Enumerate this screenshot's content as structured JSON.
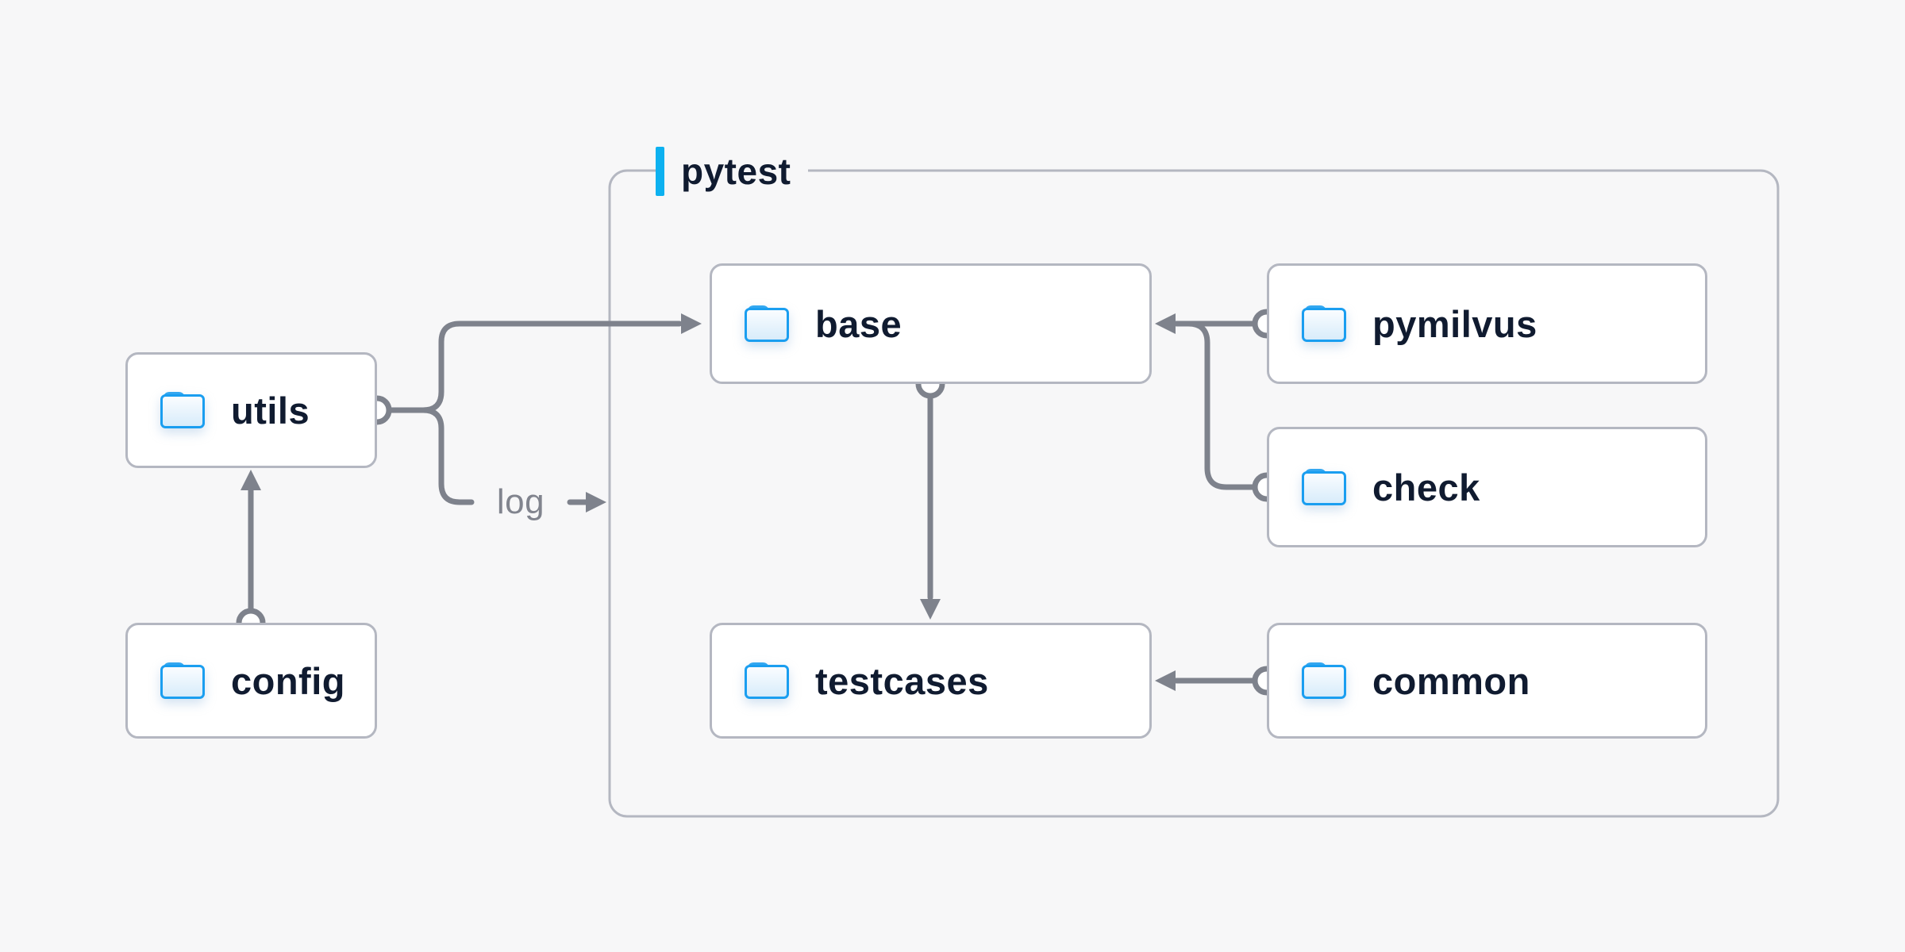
{
  "theme": {
    "bg": "#f7f7f8",
    "node_bg": "#ffffff",
    "node_border": "#b4b7c1",
    "line": "#7e828c",
    "ink": "#101b30",
    "muted": "#81848e",
    "accent": "#0db1f0",
    "folder_border": "#1a9ef0",
    "folder_tab": "#33a7f0",
    "folder_fill_top": "#fbfdff",
    "folder_fill_bottom": "#d6ebfa"
  },
  "container": {
    "label": "pytest"
  },
  "nodes": {
    "utils": {
      "label": "utils",
      "icon": "folder-icon"
    },
    "config": {
      "label": "config",
      "icon": "folder-icon"
    },
    "base": {
      "label": "base",
      "icon": "folder-icon"
    },
    "pymilvus": {
      "label": "pymilvus",
      "icon": "folder-icon"
    },
    "check": {
      "label": "check",
      "icon": "folder-icon"
    },
    "testcases": {
      "label": "testcases",
      "icon": "folder-icon"
    },
    "common": {
      "label": "common",
      "icon": "folder-icon"
    }
  },
  "annotations": {
    "log": "log"
  },
  "edges": [
    {
      "from": "config",
      "to": "utils"
    },
    {
      "from": "utils",
      "to": "base"
    },
    {
      "from": "utils",
      "to": "pytest-group",
      "label": "log"
    },
    {
      "from": "base",
      "to": "testcases"
    },
    {
      "from": "pymilvus",
      "to": "base"
    },
    {
      "from": "check",
      "to": "base"
    },
    {
      "from": "common",
      "to": "testcases"
    }
  ]
}
